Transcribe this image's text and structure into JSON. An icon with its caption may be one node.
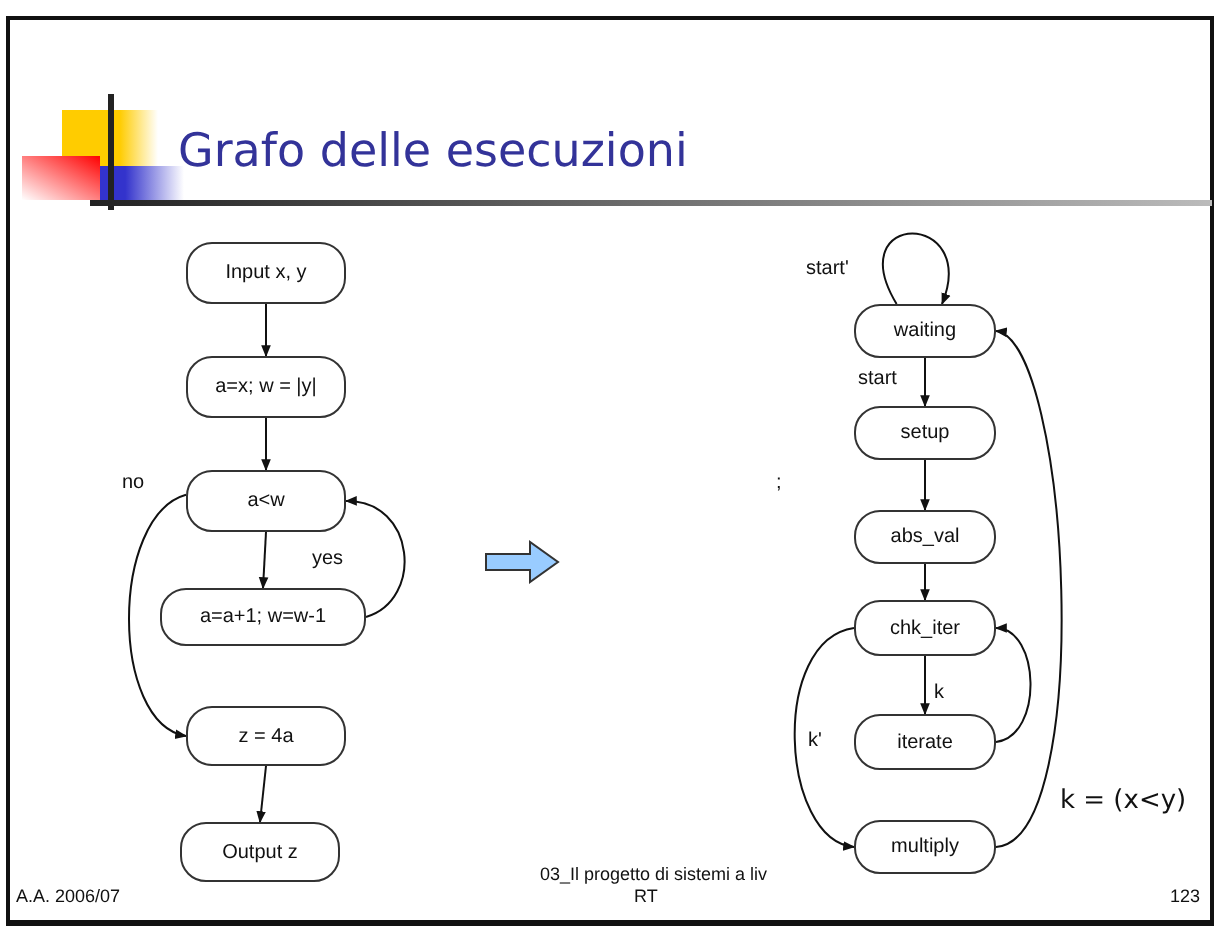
{
  "diagram": {
    "title": "Grafo delle esecuzioni",
    "nodes": [
      {
        "text": [
          "Input x, y"
        ]
      },
      {
        "text": [
          "a=x; w = |y|"
        ]
      },
      {
        "text": [
          "a<w"
        ]
      },
      {
        "text": [
          "a=a+1; w=w-1"
        ]
      },
      {
        "text": [
          "z = 4a"
        ]
      },
      {
        "text": [
          "Output z"
        ]
      },
      {
        "text": [
          "waiting"
        ]
      },
      {
        "text": [
          "setup"
        ]
      },
      {
        "text": [
          "abs_val"
        ]
      },
      {
        "text": [
          "chk_iter"
        ]
      },
      {
        "text": [
          "iterate"
        ]
      },
      {
        "text": [
          "multiply"
        ]
      }
    ],
    "edges": [
      {
        "from": 0,
        "to": 1,
        "arrow": "to"
      },
      {
        "from": 1,
        "to": 2,
        "arrow": "to"
      },
      {
        "from": 2,
        "to": 3,
        "arrow": "to",
        "label": "yes"
      },
      {
        "from": 3,
        "to": 2,
        "arrow": "to"
      },
      {
        "from": 2,
        "to": 4,
        "arrow": "to",
        "label": "no"
      },
      {
        "from": 4,
        "to": 5,
        "arrow": "to"
      },
      {
        "from": 6,
        "to": 6,
        "arrow": "to",
        "label": "start'"
      },
      {
        "from": 6,
        "to": 7,
        "arrow": "to",
        "label": "start"
      },
      {
        "from": 7,
        "to": 8,
        "arrow": "to"
      },
      {
        "from": 8,
        "to": 9,
        "arrow": "to"
      },
      {
        "from": 9,
        "to": 10,
        "arrow": "to",
        "label": "k"
      },
      {
        "from": 10,
        "to": 9,
        "arrow": "to"
      },
      {
        "from": 9,
        "to": 11,
        "arrow": "to",
        "label": "k'"
      },
      {
        "from": 11,
        "to": 6,
        "arrow": "to"
      }
    ],
    "labels": [
      ";",
      "k = (x<y)",
      "A.A. 2006/07",
      "03_Il progetto di sistemi a liv",
      "RT",
      "123"
    ]
  }
}
